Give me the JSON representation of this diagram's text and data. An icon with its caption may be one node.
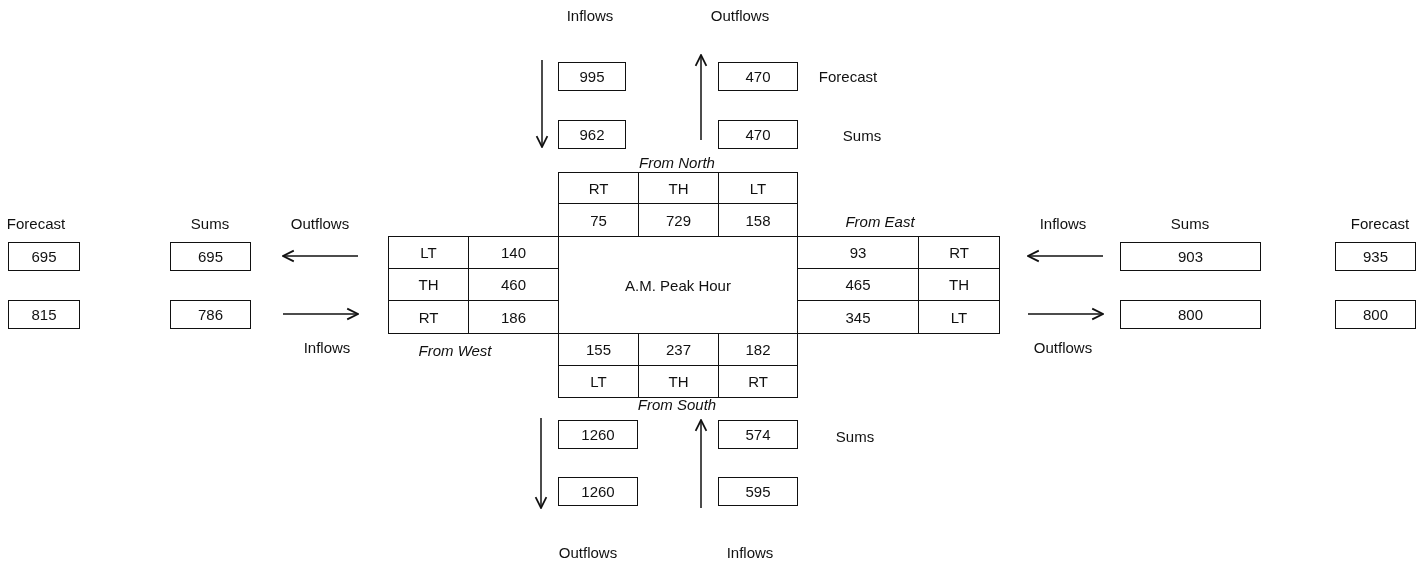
{
  "diagram": {
    "nodes": [
      {
        "text": [
          "995"
        ]
      },
      {
        "text": [
          "470"
        ]
      },
      {
        "text": [
          "962"
        ]
      },
      {
        "text": [
          "470"
        ]
      },
      {
        "text": [
          "RT"
        ]
      },
      {
        "text": [
          "TH"
        ]
      },
      {
        "text": [
          "LT"
        ]
      },
      {
        "text": [
          "75"
        ]
      },
      {
        "text": [
          "729"
        ]
      },
      {
        "text": [
          "158"
        ]
      },
      {
        "text": [
          "LT"
        ]
      },
      {
        "text": [
          "140"
        ]
      },
      {
        "text": [
          "TH"
        ]
      },
      {
        "text": [
          "460"
        ]
      },
      {
        "text": [
          "RT"
        ]
      },
      {
        "text": [
          "186"
        ]
      },
      {
        "text": [
          "A.M. Peak Hour"
        ]
      },
      {
        "text": [
          "93"
        ]
      },
      {
        "text": [
          "RT"
        ]
      },
      {
        "text": [
          "465"
        ]
      },
      {
        "text": [
          "TH"
        ]
      },
      {
        "text": [
          "345"
        ]
      },
      {
        "text": [
          "LT"
        ]
      },
      {
        "text": [
          "155"
        ]
      },
      {
        "text": [
          "237"
        ]
      },
      {
        "text": [
          "182"
        ]
      },
      {
        "text": [
          "LT"
        ]
      },
      {
        "text": [
          "TH"
        ]
      },
      {
        "text": [
          "RT"
        ]
      },
      {
        "text": [
          "1260"
        ]
      },
      {
        "text": [
          "574"
        ]
      },
      {
        "text": [
          "1260"
        ]
      },
      {
        "text": [
          "595"
        ]
      },
      {
        "text": [
          "695"
        ]
      },
      {
        "text": [
          "695"
        ]
      },
      {
        "text": [
          "815"
        ]
      },
      {
        "text": [
          "786"
        ]
      },
      {
        "text": [
          "903"
        ]
      },
      {
        "text": [
          "935"
        ]
      },
      {
        "text": [
          "800"
        ]
      },
      {
        "text": [
          "800"
        ]
      }
    ],
    "labels": [
      "Inflows",
      "Outflows",
      "Forecast",
      "Sums",
      "From North",
      "Forecast",
      "Sums",
      "Outflows",
      "From East",
      "Inflows",
      "Sums",
      "Forecast",
      "Inflows",
      "From West",
      "Outflows",
      "From South",
      "Sums",
      "Outflows",
      "Inflows"
    ]
  }
}
